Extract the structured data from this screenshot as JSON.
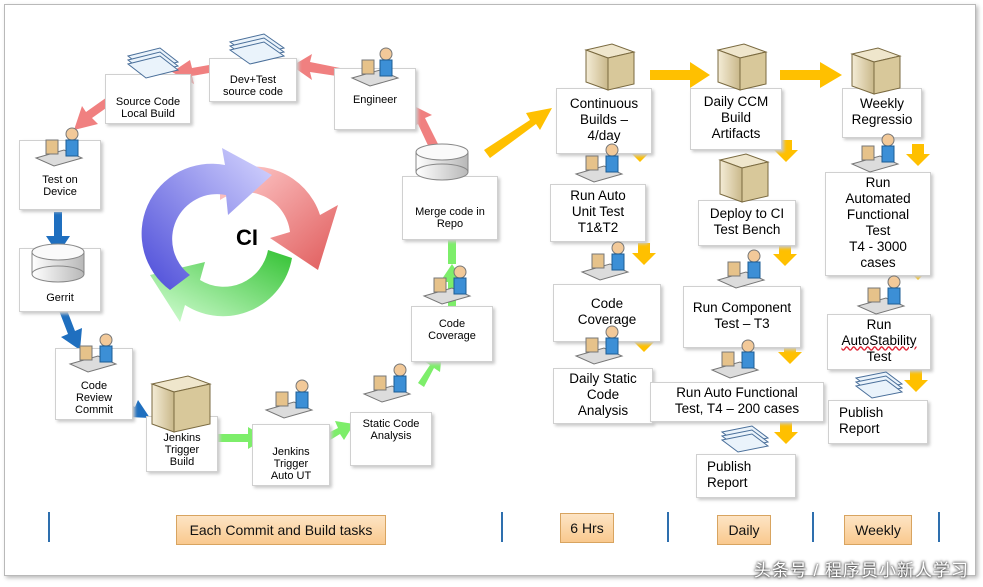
{
  "ci_label": "CI",
  "nodes": {
    "source_code_local_build": "Source Code\nLocal Build",
    "dev_test_source_code": "Dev+Test\nsource code",
    "engineer": "Engineer",
    "test_on_device": "Test on\nDevice",
    "gerrit": "Gerrit",
    "code_review_commit": "Code\nReview\nCommit",
    "jenkins_trigger_build": "Jenkins\nTrigger\nBuild",
    "jenkins_trigger_auto_ut": "Jenkins\nTrigger\nAuto UT",
    "static_code_analysis_small": "Static Code\nAnalysis",
    "code_coverage_small": "Code\nCoverage",
    "merge_code_in_repo": "Merge code in\nRepo",
    "continuous_builds": "Continuous\nBuilds –\n4/day",
    "run_auto_unit_test": "Run Auto\nUnit Test\nT1&T2",
    "code_coverage": "Code\nCoverage",
    "daily_static_code_analysis": "Daily Static\nCode\nAnalysis",
    "daily_ccm_build_artifacts": "Daily  CCM\nBuild\nArtifacts",
    "deploy_to_ci_test_bench": "Deploy to CI\nTest Bench",
    "run_component_test": "Run Component\nTest – T3",
    "run_auto_functional_test": "Run Auto Functional\nTest, T4 – 200 cases",
    "publish_report_daily": "Publish\nReport",
    "weekly_regression": "Weekly\nRegressio",
    "run_automated_functional_test": "Run\nAutomated\nFunctional\nTest\nT4 - 3000\ncases",
    "run_autostability_run": "Run",
    "run_autostability_word": "AutoStability",
    "run_autostability_test": "Test",
    "publish_report_weekly": "Publish\nReport"
  },
  "timeline": {
    "each_commit": "Each Commit and Build tasks",
    "six_hrs": "6 Hrs",
    "daily": "Daily",
    "weekly": "Weekly"
  },
  "watermark": "头条号 / 程序员小新人学习",
  "colors": {
    "red_arrow": "#f08080",
    "blue_arrow": "#1f6fbf",
    "green_arrow": "#7dee6a",
    "orange_arrow": "#ffc000",
    "timeline_fill": "#fbd3a4",
    "tick": "#2e6fae"
  }
}
